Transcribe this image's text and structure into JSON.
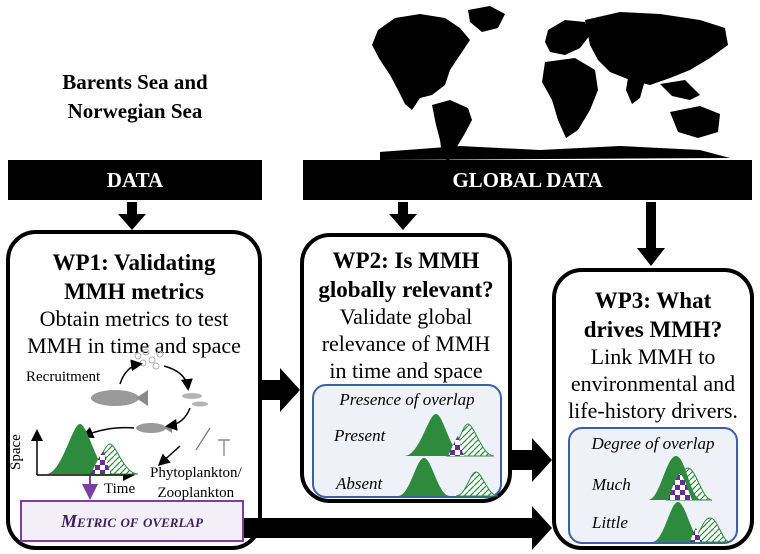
{
  "region": {
    "title_line1": "Barents Sea and",
    "title_line2": "Norwegian Sea"
  },
  "bars": {
    "data": "DATA",
    "global": "GLOBAL DATA"
  },
  "wp1": {
    "title_line1": "WP1: Validating",
    "title_line2": "MMH metrics",
    "body_line1": "Obtain metrics to test",
    "body_line2": "MMH in time and space",
    "recruitment": "Recruitment",
    "space": "Space",
    "time": "Time",
    "plankton_line1": "Phytoplankton/",
    "plankton_line2": "Zooplankton",
    "metric_label": "Metric of overlap"
  },
  "wp2": {
    "title_line1": "WP2: Is MMH",
    "title_line2": "globally relevant?",
    "body_line1": "Validate global",
    "body_line2": "relevance of MMH",
    "body_line3": "in time and space",
    "panel_title": "Presence of overlap",
    "row1": "Present",
    "row2": "Absent"
  },
  "wp3": {
    "title_line1": "WP3: What",
    "title_line2": "drives MMH?",
    "body_line1": "Link MMH to",
    "body_line2": "environmental and",
    "body_line3": "life-history drivers.",
    "panel_title": "Degree of overlap",
    "row1": "Much",
    "row2": "Little"
  },
  "colors": {
    "curve_green": "#2e8b3e",
    "overlap_purple": "#6a2c91",
    "panel_border": "#3e5ea8",
    "panel_fill": "#eef1f8"
  }
}
